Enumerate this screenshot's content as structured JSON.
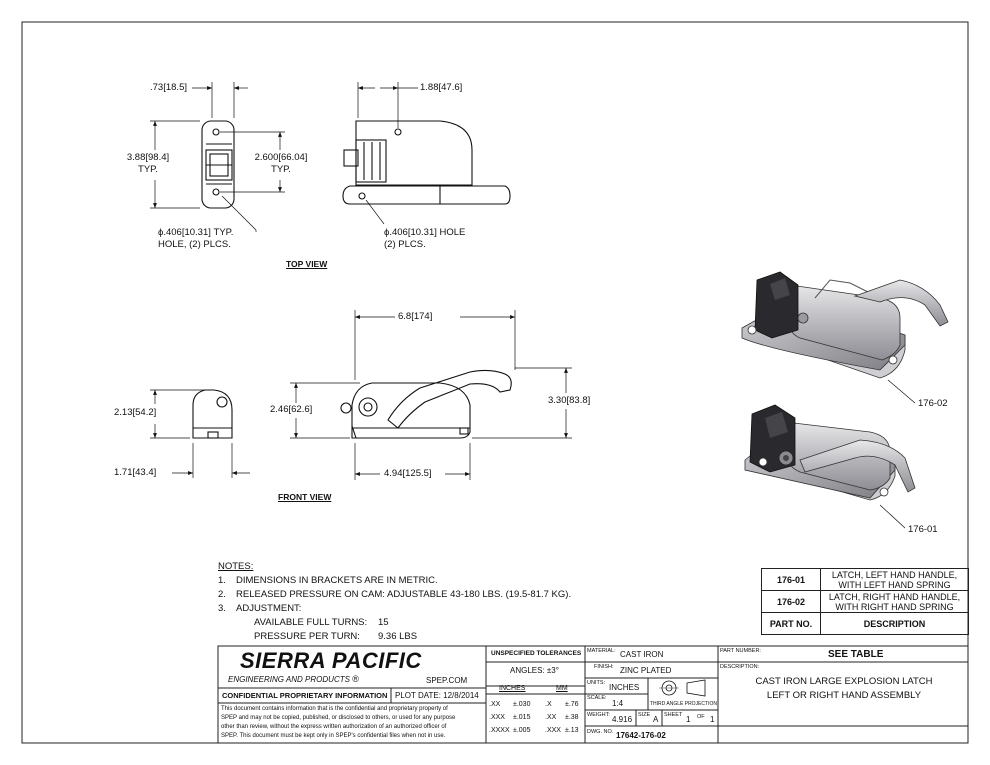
{
  "views": {
    "top_view_label": "TOP VIEW",
    "front_view_label": "FRONT VIEW"
  },
  "dimensions": {
    "top_width_in": ".73",
    "top_width_mm": "18.5",
    "top_height_in": "3.88",
    "top_height_mm": "98.4",
    "top_height_typ": "TYP.",
    "top_hole_spacing_in": "2.600",
    "top_hole_spacing_mm": "66.04",
    "top_hole_spacing_typ": "TYP.",
    "top_hole_left_line1_in": "ϕ.406",
    "top_hole_left_line1_mm": "10.31",
    "top_hole_left_line1_suffix": "TYP.",
    "top_hole_left_line2": "HOLE, (2) PLCS.",
    "top_offset_in": "1.88",
    "top_offset_mm": "47.6",
    "top_hole_right_line1_in": "ϕ.406",
    "top_hole_right_line1_mm": "10.31",
    "top_hole_right_line1_suffix": "HOLE",
    "top_hole_right_line2": "(2) PLCS.",
    "front_overall_in": "6.8",
    "front_overall_mm": "174",
    "front_height_in": "2.46",
    "front_height_mm": "62.6",
    "front_total_height_in": "3.30",
    "front_total_height_mm": "83.8",
    "front_base_in": "4.94",
    "front_base_mm": "125.5",
    "side_height_in": "2.13",
    "side_height_mm": "54.2",
    "side_width_in": "1.71",
    "side_width_mm": "43.4"
  },
  "callouts": {
    "iso_top": "176-02",
    "iso_bottom": "176-01"
  },
  "notes": {
    "heading": "NOTES:",
    "items": [
      {
        "num": "1.",
        "text": "DIMENSIONS IN BRACKETS ARE IN METRIC."
      },
      {
        "num": "2.",
        "text": "RELEASED PRESSURE ON CAM: ADJUSTABLE 43-180 LBS. (19.5-81.7 KG)."
      },
      {
        "num": "3.",
        "text": "ADJUSTMENT:"
      }
    ],
    "full_turns_label": "AVAILABLE FULL TURNS:",
    "full_turns_value": "15",
    "pressure_label": "PRESSURE PER TURN:",
    "pressure_value": "9.36 LBS"
  },
  "parts_table": {
    "rows": [
      {
        "part": "176-01",
        "description_1": "LATCH, LEFT HAND HANDLE,",
        "description_2": "WITH LEFT HAND SPRING"
      },
      {
        "part": "176-02",
        "description_1": "LATCH, RIGHT HAND HANDLE,",
        "description_2": "WITH RIGHT HAND SPRING"
      }
    ],
    "header_part": "PART NO.",
    "header_description": "DESCRIPTION"
  },
  "title_block": {
    "company": "SIERRA PACIFIC",
    "company_sub": "ENGINEERING AND PRODUCTS",
    "registered": "®",
    "website": "SPEP.COM",
    "confidential_title": "CONFIDENTIAL PROPRIETARY INFORMATION",
    "plot_date": "PLOT DATE:  12/8/2014",
    "confidential_lines": [
      "This document contains information that is the confidential and proprietary property of",
      "SPEP and may not be copied, published, or disclosed to others, or used for any purpose",
      "other than review, without the express written authorization of an authorized officer of",
      "SPEP. This document must be kept only in SPEP's confidential files when not in use."
    ],
    "tolerances_title": "UNSPECIFIED TOLERANCES",
    "angles": "ANGLES: ±3°",
    "inches_header": "INCHES",
    "mm_header": "MM",
    "tol_rows": [
      {
        "in_label": ".XX",
        "in_value": "±.030",
        "mm_label": ".X",
        "mm_value": "±.76"
      },
      {
        "in_label": ".XXX",
        "in_value": "±.015",
        "mm_label": ".XX",
        "mm_value": "±.38"
      },
      {
        "in_label": ".XXXX",
        "in_value": "±.005",
        "mm_label": ".XXX",
        "mm_value": "±.13"
      }
    ],
    "material_label": "MATERIAL:",
    "material": "CAST IRON",
    "finish_label": "FINISH:",
    "finish": "ZINC PLATED",
    "units_label": "UNITS:",
    "units": "INCHES",
    "scale_label": "SCALE:",
    "scale": "1:4",
    "projection_label": "THIRD ANGLE PROJECTION",
    "weight_label": "WEIGHT:",
    "weight": "4.916",
    "size_label": "SIZE",
    "size": "A",
    "sheet_label": "SHEET",
    "sheet": "1",
    "of_label": "OF",
    "sheet_total": "1",
    "dwg_label": "DWG. NO.",
    "dwg_no": "17642-176-02",
    "part_number_label": "PART NUMBER:",
    "part_number": "SEE TABLE",
    "description_label": "DESCRIPTION:",
    "description_1": "CAST IRON LARGE EXPLOSION LATCH",
    "description_2": "LEFT OR RIGHT HAND ASSEMBLY"
  }
}
